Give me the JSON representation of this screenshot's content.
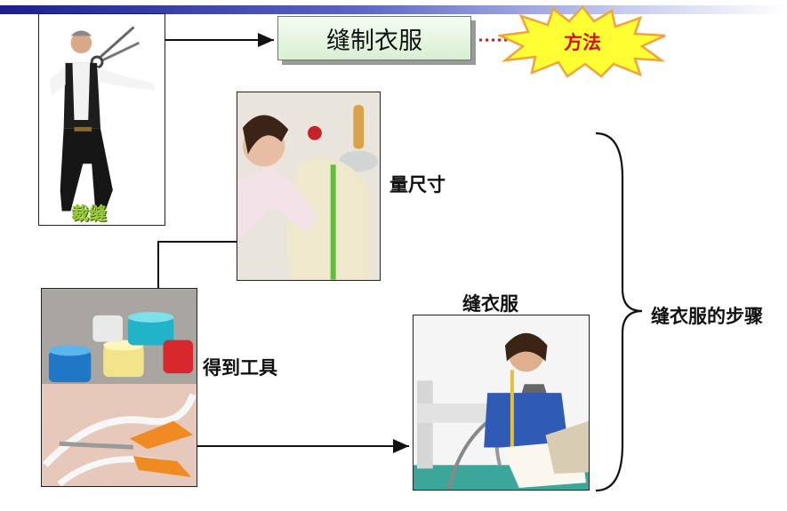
{
  "title_box": "缝制衣服",
  "method": "方法",
  "tailor_caption": "裁缝",
  "steps": {
    "measure": "量尺寸",
    "tools": "得到工具",
    "sew": "缝衣服"
  },
  "summary": "缝衣服的步骤",
  "colors": {
    "box_fill": "#d9efd4",
    "burst_fill": "#ffff33",
    "method_text": "#d4101a",
    "tailor_caption": "#9acd32"
  }
}
